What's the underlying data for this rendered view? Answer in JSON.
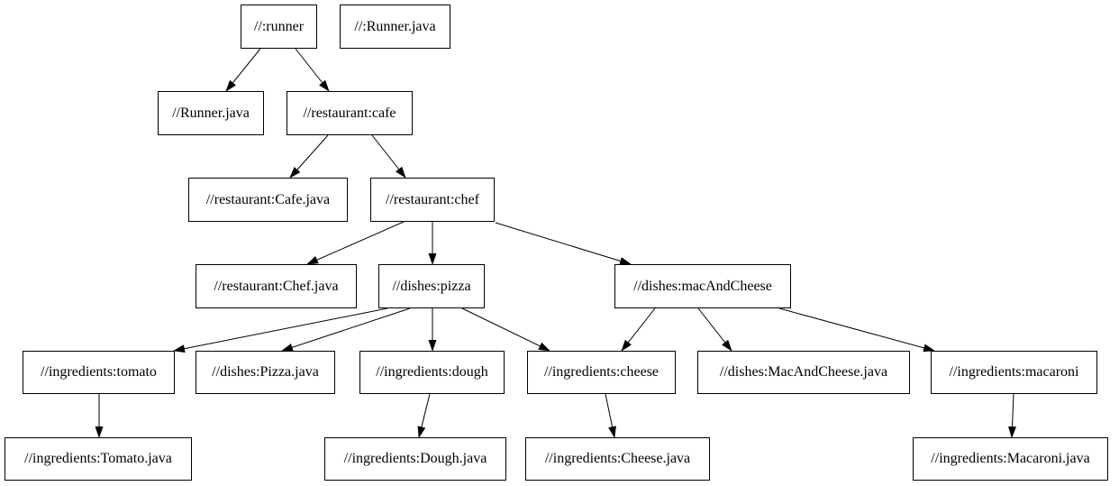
{
  "diagram": {
    "title": "build-target-dependency-graph",
    "type": "directed-graph",
    "colors": {
      "background": "#ffffff",
      "node_fill": "#ffffff",
      "node_border": "#000000",
      "edge": "#000000",
      "text": "#000000"
    },
    "nodes": [
      {
        "id": "runner",
        "label": "//:runner"
      },
      {
        "id": "root-runner-java",
        "label": "//:Runner.java"
      },
      {
        "id": "runner-java",
        "label": "//Runner.java"
      },
      {
        "id": "cafe",
        "label": "//restaurant:cafe"
      },
      {
        "id": "cafe-java",
        "label": "//restaurant:Cafe.java"
      },
      {
        "id": "chef",
        "label": "//restaurant:chef"
      },
      {
        "id": "chef-java",
        "label": "//restaurant:Chef.java"
      },
      {
        "id": "pizza",
        "label": "//dishes:pizza"
      },
      {
        "id": "mac-and-cheese",
        "label": "//dishes:macAndCheese"
      },
      {
        "id": "tomato",
        "label": "//ingredients:tomato"
      },
      {
        "id": "pizza-java",
        "label": "//dishes:Pizza.java"
      },
      {
        "id": "dough",
        "label": "//ingredients:dough"
      },
      {
        "id": "cheese",
        "label": "//ingredients:cheese"
      },
      {
        "id": "mac-and-cheese-java",
        "label": "//dishes:MacAndCheese.java"
      },
      {
        "id": "macaroni",
        "label": "//ingredients:macaroni"
      },
      {
        "id": "tomato-java",
        "label": "//ingredients:Tomato.java"
      },
      {
        "id": "dough-java",
        "label": "//ingredients:Dough.java"
      },
      {
        "id": "cheese-java",
        "label": "//ingredients:Cheese.java"
      },
      {
        "id": "macaroni-java",
        "label": "//ingredients:Macaroni.java"
      }
    ],
    "edges": [
      {
        "from": "runner",
        "to": "runner-java"
      },
      {
        "from": "runner",
        "to": "cafe"
      },
      {
        "from": "cafe",
        "to": "cafe-java"
      },
      {
        "from": "cafe",
        "to": "chef"
      },
      {
        "from": "chef",
        "to": "chef-java"
      },
      {
        "from": "chef",
        "to": "pizza"
      },
      {
        "from": "chef",
        "to": "mac-and-cheese"
      },
      {
        "from": "pizza",
        "to": "tomato"
      },
      {
        "from": "pizza",
        "to": "pizza-java"
      },
      {
        "from": "pizza",
        "to": "dough"
      },
      {
        "from": "pizza",
        "to": "cheese"
      },
      {
        "from": "mac-and-cheese",
        "to": "cheese"
      },
      {
        "from": "mac-and-cheese",
        "to": "mac-and-cheese-java"
      },
      {
        "from": "mac-and-cheese",
        "to": "macaroni"
      },
      {
        "from": "tomato",
        "to": "tomato-java"
      },
      {
        "from": "dough",
        "to": "dough-java"
      },
      {
        "from": "cheese",
        "to": "cheese-java"
      },
      {
        "from": "macaroni",
        "to": "macaroni-java"
      }
    ]
  }
}
